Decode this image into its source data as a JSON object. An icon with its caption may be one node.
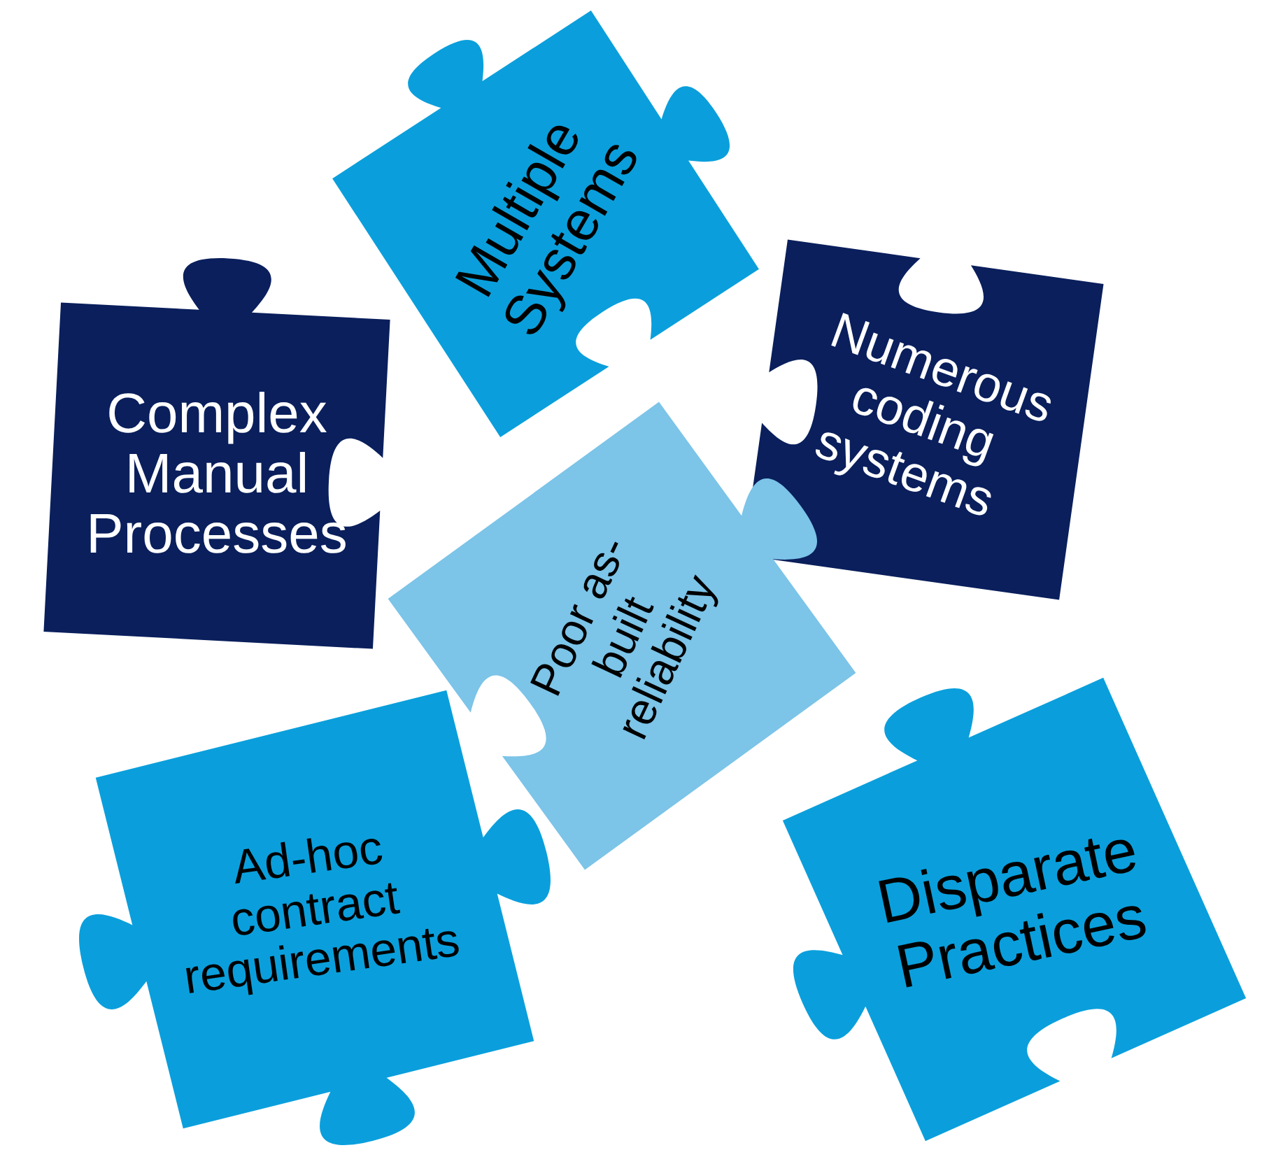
{
  "diagram": {
    "nodes": [
      {
        "text": [
          "Multiple Systems"
        ]
      },
      {
        "text": [
          "Complex Manual Processes"
        ]
      },
      {
        "text": [
          "Numerous coding systems"
        ]
      },
      {
        "text": [
          "Poor as-built reliability"
        ]
      },
      {
        "text": [
          "Ad-hoc contract requirements"
        ]
      },
      {
        "text": [
          "Disparate Practices"
        ]
      }
    ]
  }
}
